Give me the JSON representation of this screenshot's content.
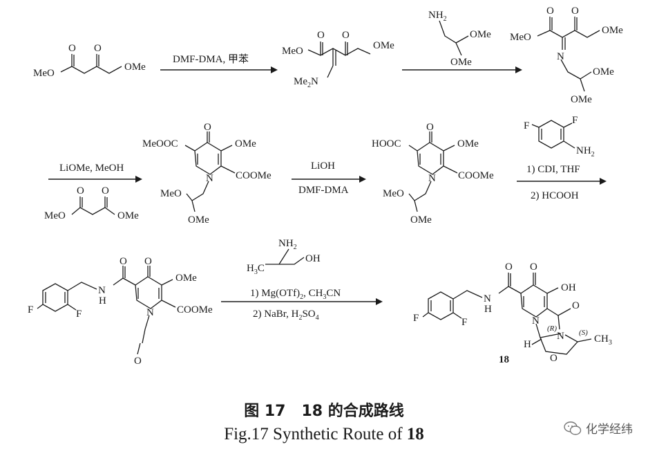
{
  "caption_cn_prefix": "图 17",
  "caption_cn_num": "18",
  "caption_cn_suffix": "的合成路线",
  "caption_en_prefix": "Fig.17   Synthetic Route of ",
  "caption_en_num": "18",
  "watermark_text": "化学经纬",
  "reagents": {
    "step1": "DMF-DMA, 甲苯",
    "step3_top": "LiOMe, MeOH",
    "step4_top": "LiOH",
    "step4_bottom": "DMF-DMA",
    "step5_a": "1) CDI, THF",
    "step5_b": "2) HCOOH",
    "step6_a": "1) Mg(OTf)",
    "step6_a_tail": ", CH",
    "step6_a_end": "CN",
    "step6_b": "2) NaBr, H",
    "step6_b_mid": "SO",
    "sub2": "2",
    "sub3": "3",
    "sub4": "4"
  },
  "labels": {
    "MeO": "MeO",
    "OMe": "OMe",
    "O": "O",
    "N": "N",
    "NH2": "NH",
    "Me2N": "Me",
    "H": "H",
    "MeOOC": "MeOOC",
    "HOOC": "HOOC",
    "COOMe": "COOMe",
    "F": "F",
    "OH": "OH",
    "H3C": "H",
    "C": "C",
    "CH3": "CH",
    "R": "(R)",
    "S": "(S)",
    "compound_label": "18"
  }
}
